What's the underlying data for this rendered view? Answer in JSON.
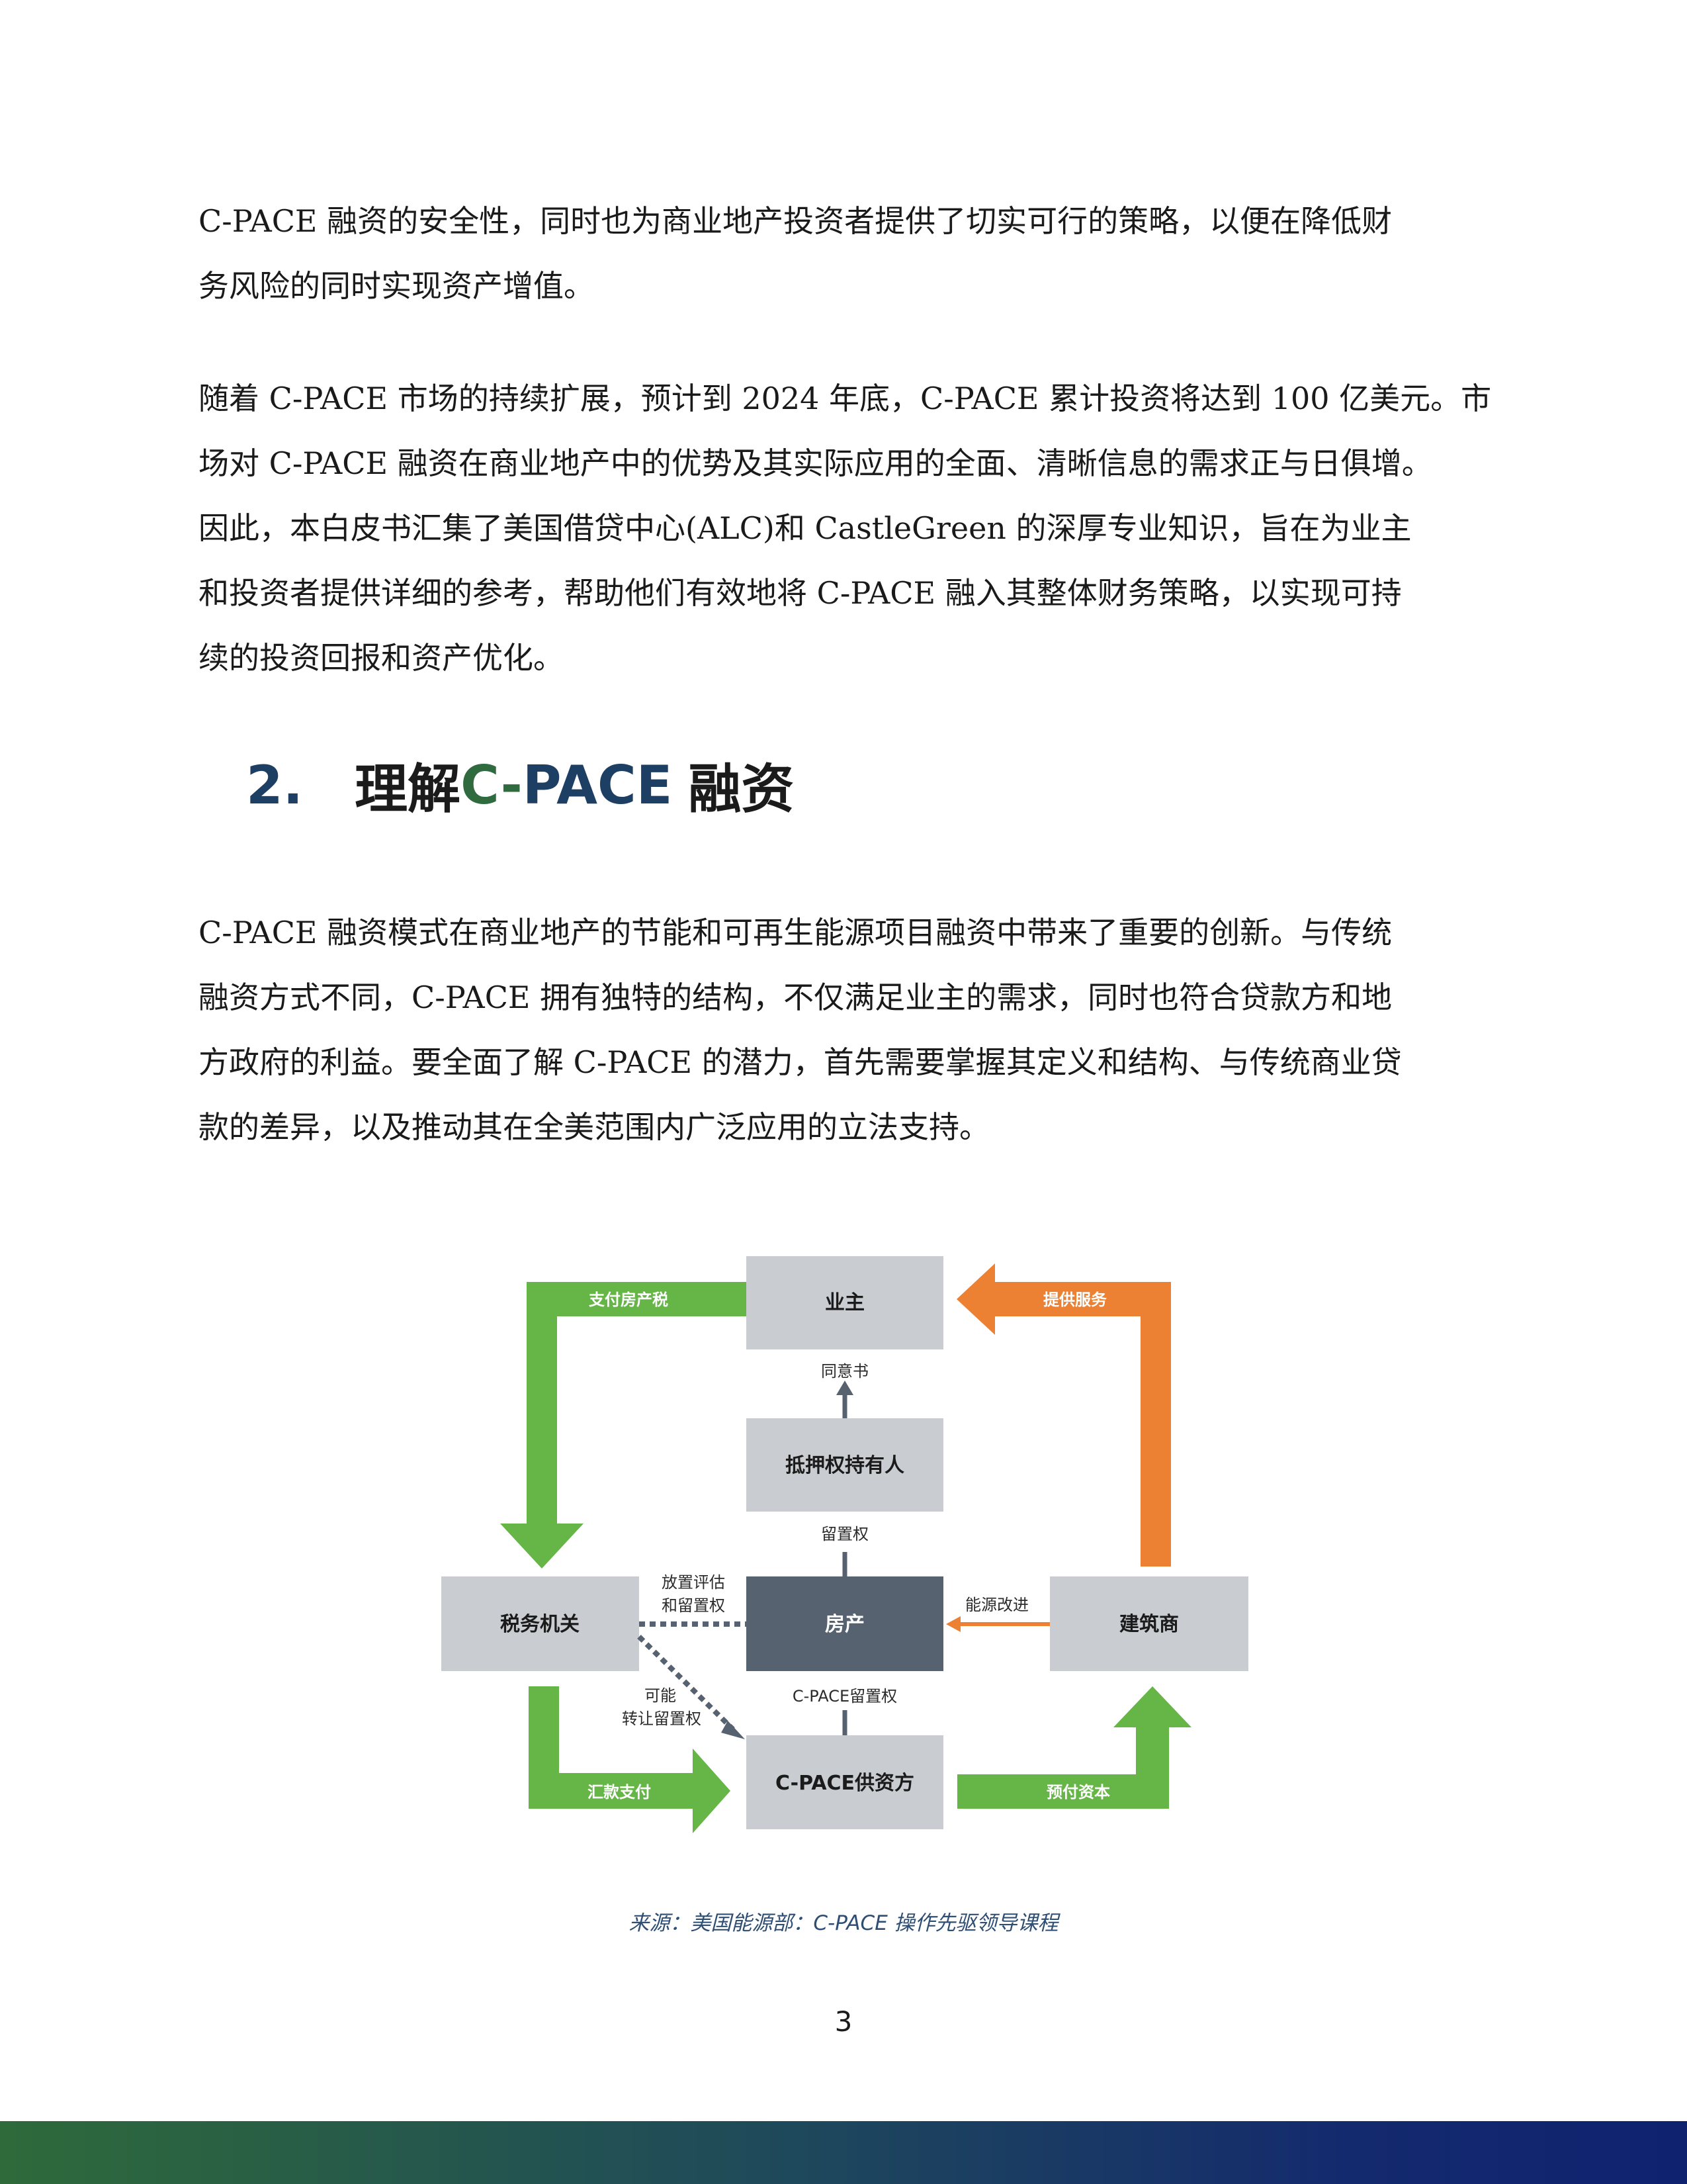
{
  "paragraphs": {
    "p1": [
      "C-PACE 融资的安全性，同时也为商业地产投资者提供了切实可行的策略，以便在降低财",
      "务风险的同时实现资产增值。"
    ],
    "p2": [
      "随着 C-PACE 市场的持续扩展，预计到 2024 年底，C-PACE 累计投资将达到 100 亿美元。市",
      "场对 C-PACE 融资在商业地产中的优势及其实际应用的全面、清晰信息的需求正与日俱增。",
      "因此，本白皮书汇集了美国借贷中心(ALC)和 CastleGreen 的深厚专业知识，旨在为业主",
      "和投资者提供详细的参考，帮助他们有效地将 C-PACE 融入其整体财务策略，以实现可持",
      "续的投资回报和资产优化。"
    ],
    "p3": [
      "C-PACE 融资模式在商业地产的节能和可再生能源项目融资中带来了重要的创新。与传统",
      "融资方式不同，C-PACE 拥有独特的结构，不仅满足业主的需求，同时也符合贷款方和地",
      "方政府的利益。要全面了解 C-PACE 的潜力，首先需要掌握其定义和结构、与传统商业贷",
      "款的差异，以及推动其在全美范围内广泛应用的立法支持。"
    ]
  },
  "heading": {
    "number": "2.",
    "prefix": "理解",
    "c": "C-",
    "pace": "PACE",
    "suffix": "融资"
  },
  "diagram": {
    "boxes": {
      "owner": "业主",
      "mortgage_holder": "抵押权持有人",
      "property": "房产",
      "tax_authority": "税务机关",
      "contractor": "建筑商",
      "cpace_lender": "C-PACE供资方"
    },
    "arrow_labels": {
      "pay_property_tax": "支付房产税",
      "provide_service": "提供服务",
      "consent": "同意书",
      "lien": "留置权",
      "assess_and_lien_1": "放置评估",
      "assess_and_lien_2": "和留置权",
      "energy_improvement": "能源改进",
      "may_transfer_1": "可能",
      "may_transfer_2": "转让留置权",
      "cpace_lien": "C-PACE留置权",
      "remit_payment": "汇款支付",
      "prepay_capital": "预付资本"
    },
    "colors": {
      "green": "#65b547",
      "orange": "#ec8033",
      "box_gray": "#c9cdd2",
      "box_dark": "#566270",
      "connector": "#566270"
    }
  },
  "caption": "来源：美国能源部：C-PACE 操作先驱领导课程",
  "page_number": "3"
}
